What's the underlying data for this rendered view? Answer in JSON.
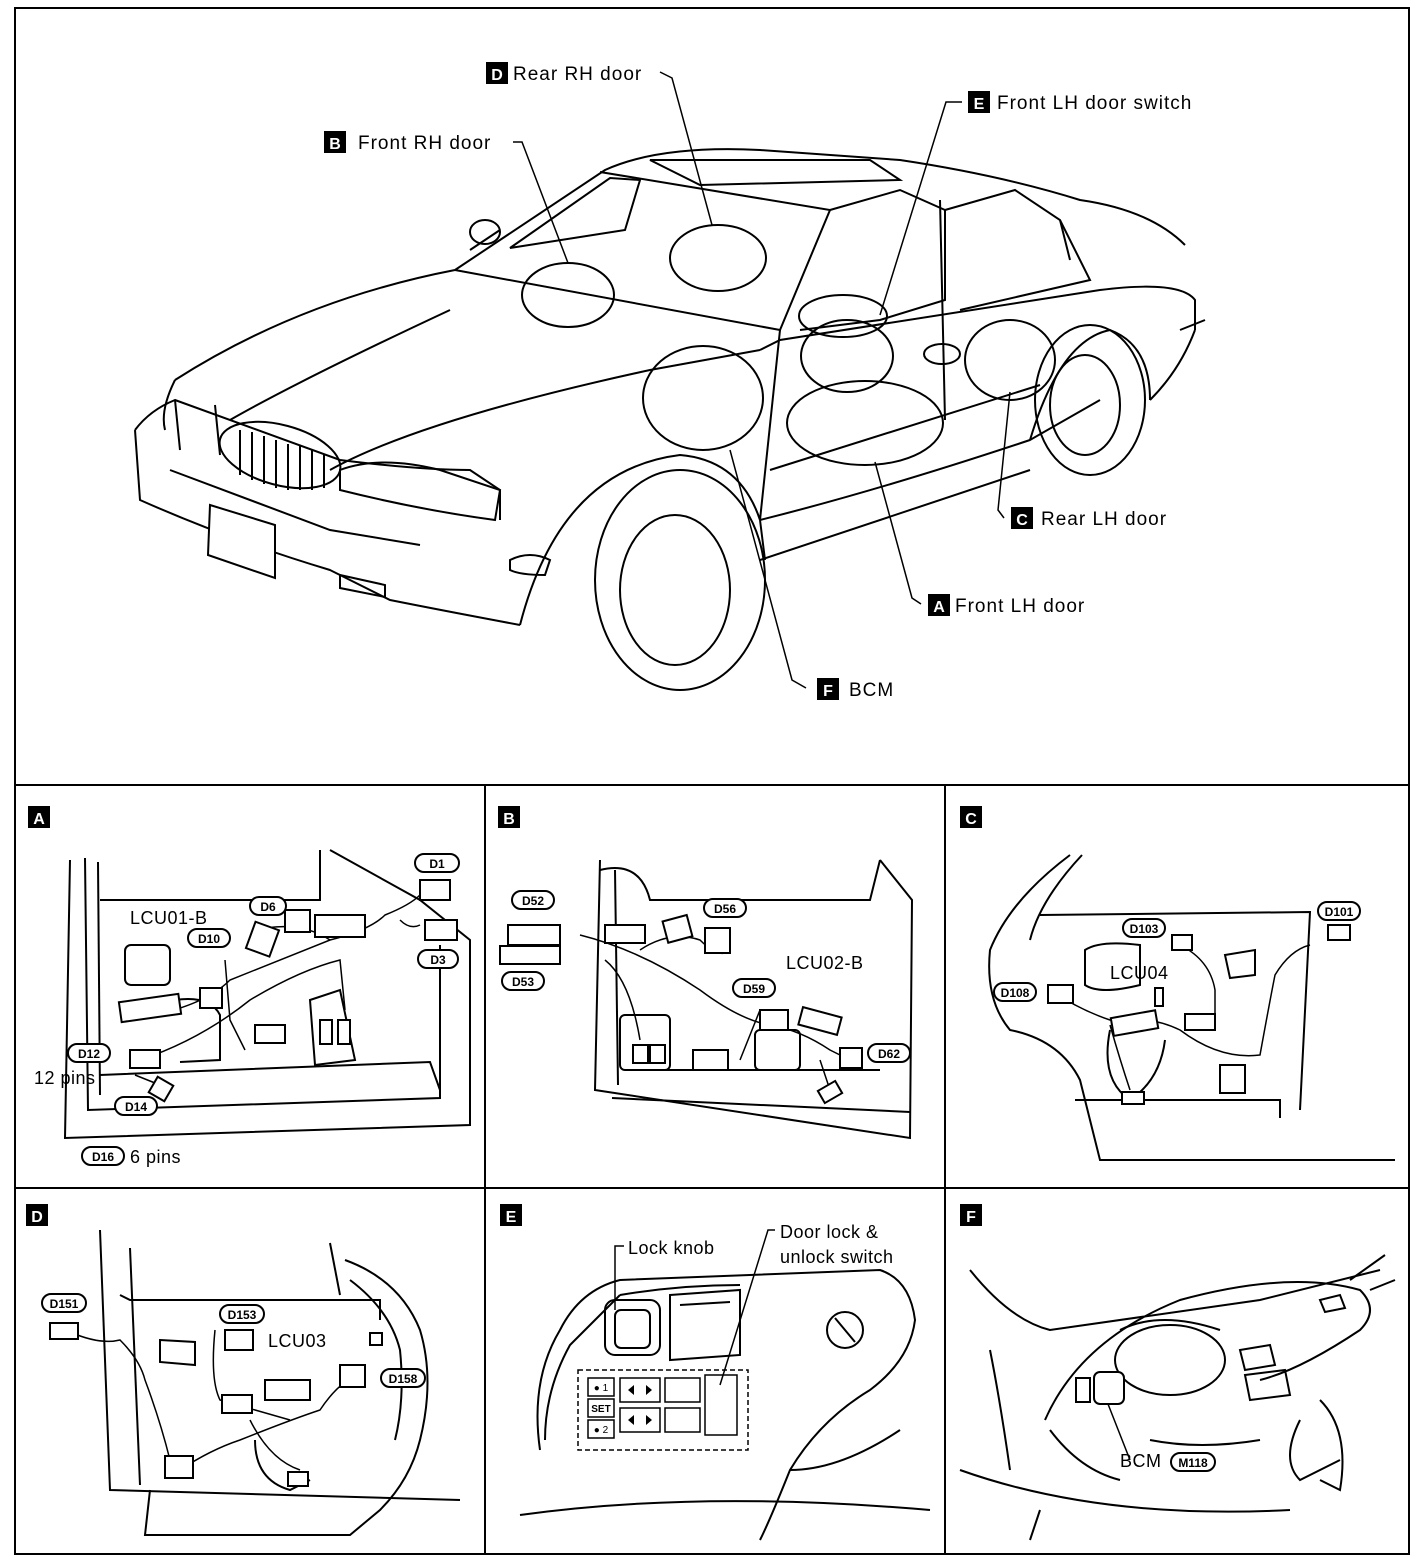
{
  "overview": {
    "callouts": {
      "D": {
        "letter": "D",
        "label": "Rear RH door"
      },
      "B": {
        "letter": "B",
        "label": "Front RH door"
      },
      "E": {
        "letter": "E",
        "label": "Front LH door switch"
      },
      "C": {
        "letter": "C",
        "label": "Rear LH door"
      },
      "A": {
        "letter": "A",
        "label": "Front LH door"
      },
      "F": {
        "letter": "F",
        "label": "BCM"
      }
    }
  },
  "panels": {
    "A": {
      "letter": "A",
      "unit": "LCU01-B",
      "connectors": {
        "d1": "D1",
        "d3": "D3",
        "d6": "D6",
        "d10": "D10",
        "d12": "D12",
        "d14": "D14",
        "d16": "D16"
      },
      "pins12": "12 pins",
      "pins6": "6 pins"
    },
    "B": {
      "letter": "B",
      "unit": "LCU02-B",
      "connectors": {
        "d52": "D52",
        "d53": "D53",
        "d56": "D56",
        "d59": "D59",
        "d62": "D62"
      }
    },
    "C": {
      "letter": "C",
      "unit": "LCU04",
      "connectors": {
        "d101": "D101",
        "d103": "D103",
        "d108": "D108"
      }
    },
    "D": {
      "letter": "D",
      "unit": "LCU03",
      "connectors": {
        "d151": "D151",
        "d153": "D153",
        "d158": "D158"
      }
    },
    "E": {
      "letter": "E",
      "lock_knob": "Lock knob",
      "switch_line1": "Door lock &",
      "switch_line2": "unlock switch",
      "buttons": {
        "m1": "● 1",
        "set": "SET",
        "m2": "● 2"
      }
    },
    "F": {
      "letter": "F",
      "bcm": "BCM",
      "connector": "M118"
    }
  }
}
